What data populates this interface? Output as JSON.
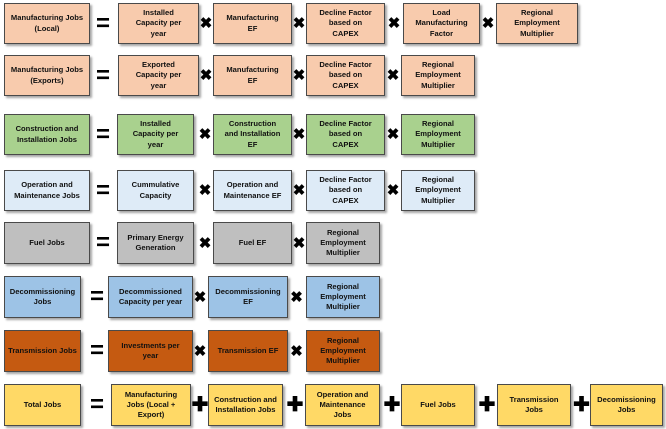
{
  "colors": {
    "peach": "#F8CBAD",
    "green": "#A9D18E",
    "light_blue": "#DEEBF7",
    "grey": "#BFBFBF",
    "blue": "#9DC3E6",
    "brown": "#C55A11",
    "yellow": "#FFD966",
    "border": "#4a4a4a"
  },
  "symbols": {
    "equals": "=",
    "times": "✖",
    "plus": "✚"
  },
  "rows": [
    {
      "color": "peach",
      "label": "Manufacturing Jobs\n(Local)",
      "terms": [
        "Installed\nCapacity per\nyear",
        "Manufacturing\nEF",
        "Decline Factor\nbased on\nCAPEX",
        "Load\nManufacturing\nFactor",
        "Regional\nEmployment\nMultiplier"
      ]
    },
    {
      "color": "peach",
      "label": "Manufacturing Jobs\n(Exports)",
      "terms": [
        "Exported\nCapacity per\nyear",
        "Manufacturing\nEF",
        "Decline Factor\nbased on\nCAPEX",
        "Regional\nEmployment\nMultiplier"
      ]
    },
    {
      "color": "green",
      "label": "Construction and\nInstallation Jobs",
      "terms": [
        "Installed\nCapacity per\nyear",
        "Construction\nand Installation\nEF",
        "Decline Factor\nbased on\nCAPEX",
        "Regional\nEmployment\nMultiplier"
      ]
    },
    {
      "color": "light_blue",
      "label": "Operation and\nMaintenance Jobs",
      "terms": [
        "Cummulative\nCapacity",
        "Operation and\nMaintenance EF",
        "Decline Factor\nbased on\nCAPEX",
        "Regional\nEmployment\nMultiplier"
      ]
    },
    {
      "color": "grey",
      "label": "Fuel Jobs",
      "terms": [
        "Primary Energy\nGeneration",
        "Fuel EF",
        "Regional\nEmployment\nMultiplier"
      ]
    },
    {
      "color": "blue",
      "label": "Decommissioning\nJobs",
      "terms": [
        "Decommissioned\nCapacity per year",
        "Decommissioning\nEF",
        "Regional\nEmployment\nMultiplier"
      ]
    },
    {
      "color": "brown",
      "label": "Transmission Jobs",
      "terms": [
        "Investments per\nyear",
        "Transmission EF",
        "Regional\nEmployment\nMultiplier"
      ]
    },
    {
      "color": "yellow",
      "label": "Total Jobs",
      "terms": [
        "Manufacturing\nJobs (Local +\nExport)",
        "Construction and\nInstallation Jobs",
        "Operation and\nMaintenance\nJobs",
        "Fuel Jobs",
        "Transmission\nJobs",
        "Decomissioning\nJobs"
      ]
    }
  ]
}
